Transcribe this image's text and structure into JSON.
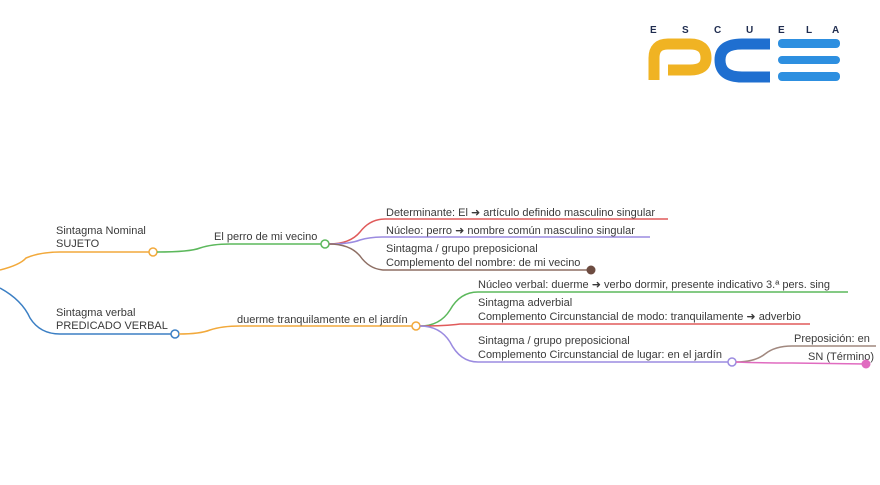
{
  "logo": {
    "letters": [
      "E",
      "S",
      "C",
      "U",
      "E",
      "L",
      "A"
    ],
    "wordmark": "PCE",
    "colors": {
      "p": "#f0b323",
      "c": "#1f6fd0",
      "e": "#2d8fe0",
      "text": "#1f2c4f"
    }
  },
  "mindmap": {
    "branches": [
      {
        "id": "sujeto",
        "label_line1": "Sintagma Nominal",
        "label_line2": "SUJETO",
        "color": "#f2a93b",
        "node_label": "El perro de mi vecino",
        "node_color": "#5cb85c",
        "children": [
          {
            "lines": [
              "Determinante: El ➜ artículo definido masculino singular"
            ],
            "color": "#e05a5a"
          },
          {
            "lines": [
              "Núcleo: perro ➜ nombre común masculino singular"
            ],
            "color": "#9b8be0"
          },
          {
            "lines": [
              "Sintagma / grupo preposicional",
              "Complemento del nombre: de mi vecino"
            ],
            "color": "#8d6e63"
          }
        ]
      },
      {
        "id": "predicado",
        "label_line1": "Sintagma verbal",
        "label_line2": "PREDICADO VERBAL",
        "color": "#3b7fc4",
        "node_label": "duerme tranquilamente en el jardín",
        "node_color": "#f2a93b",
        "children": [
          {
            "lines": [
              "Núcleo verbal: duerme ➜ verbo dormir, presente indicativo 3.ª pers. sing"
            ],
            "color": "#5cb85c"
          },
          {
            "lines": [
              "Sintagma adverbial",
              "Complemento Circunstancial de modo: tranquilamente ➜ adverbio"
            ],
            "color": "#e05a5a"
          },
          {
            "lines": [
              "Sintagma / grupo preposicional",
              "Complemento Circunstancial de lugar: en el jardín"
            ],
            "color": "#9b8be0",
            "children": [
              {
                "lines": [
                  "Preposición: en"
                ],
                "color": "#a1887f"
              },
              {
                "lines": [
                  "SN (Término)"
                ],
                "color": "#e06bc0"
              }
            ]
          }
        ]
      }
    ]
  }
}
